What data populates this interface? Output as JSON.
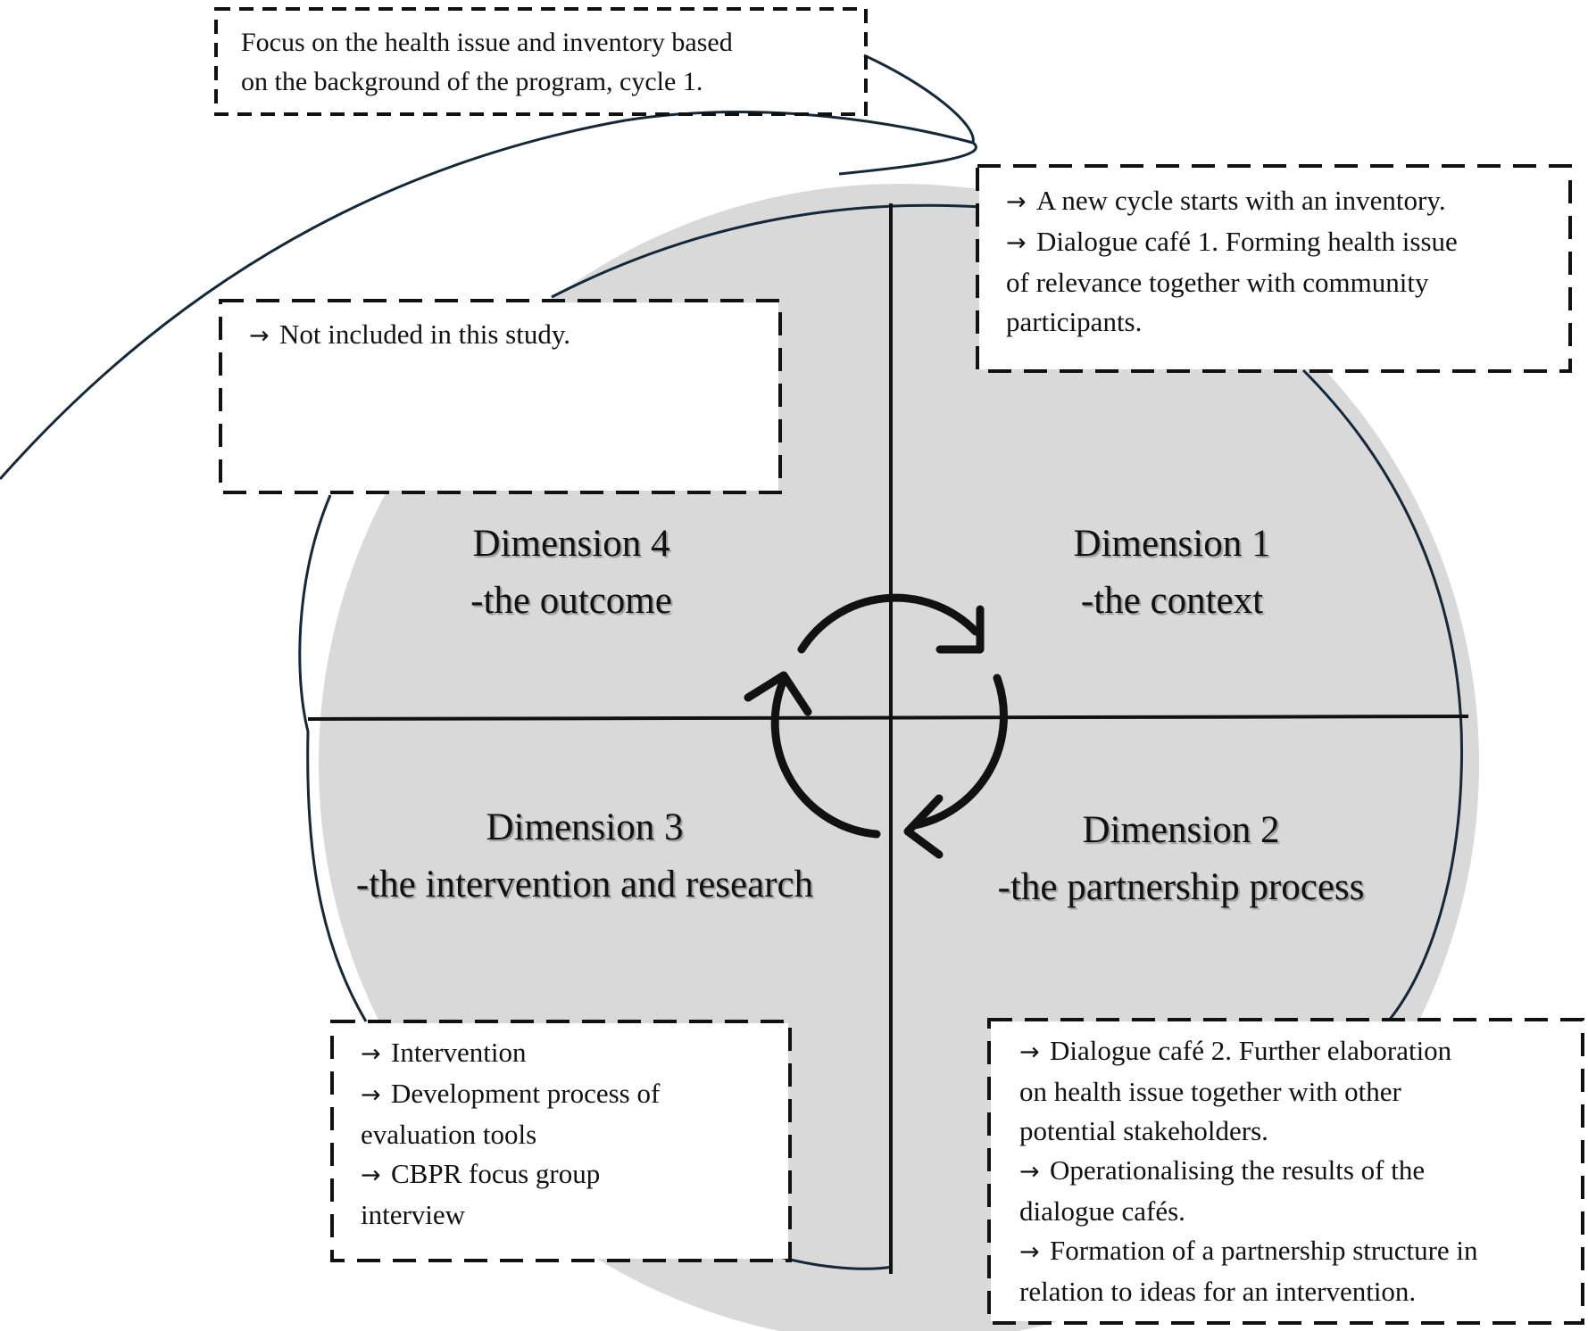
{
  "colors": {
    "disc": "#d9d9d9",
    "stroke": "#13283a",
    "text": "#111111"
  },
  "icons": {
    "arrow": "arrow-right-icon",
    "cycle": "cycle-arrows-icon"
  },
  "notes": {
    "top": [
      "Focus on the health issue and inventory based",
      "on the background of the program, cycle 1."
    ],
    "dim1": {
      "items": [
        {
          "arrow": "→",
          "text": "A new cycle starts with an inventory."
        },
        {
          "arrow": "→",
          "text": "Dialogue café 1. Forming health issue"
        },
        {
          "arrow": "",
          "text": "of relevance together with community"
        },
        {
          "arrow": "",
          "text": "participants."
        }
      ]
    },
    "dim4": {
      "items": [
        {
          "arrow": "→",
          "text": "Not included in this study."
        }
      ]
    },
    "dim3": {
      "items": [
        {
          "arrow": "→",
          "text": "Intervention"
        },
        {
          "arrow": "→",
          "text": "Development process of"
        },
        {
          "arrow": "",
          "text": "evaluation tools"
        },
        {
          "arrow": "→",
          "text": "CBPR focus group"
        },
        {
          "arrow": "",
          "text": "interview"
        }
      ]
    },
    "dim2": {
      "items": [
        {
          "arrow": "→",
          "text": "Dialogue café 2. Further elaboration"
        },
        {
          "arrow": "",
          "text": "on health issue together with other"
        },
        {
          "arrow": "",
          "text": "potential stakeholders."
        },
        {
          "arrow": "→",
          "text": "Operationalising the results of the"
        },
        {
          "arrow": "",
          "text": "dialogue cafés."
        },
        {
          "arrow": "→",
          "text": "Formation of a partnership structure in"
        },
        {
          "arrow": "",
          "text": "relation to ideas for an intervention."
        }
      ]
    }
  },
  "dimensions": {
    "d1": {
      "title": "Dimension 1",
      "subtitle": "-the context"
    },
    "d2": {
      "title": "Dimension 2",
      "subtitle": "-the partnership process"
    },
    "d3": {
      "title": "Dimension 3",
      "subtitle": "-the intervention and research"
    },
    "d4": {
      "title": "Dimension 4",
      "subtitle": "-the outcome"
    }
  }
}
